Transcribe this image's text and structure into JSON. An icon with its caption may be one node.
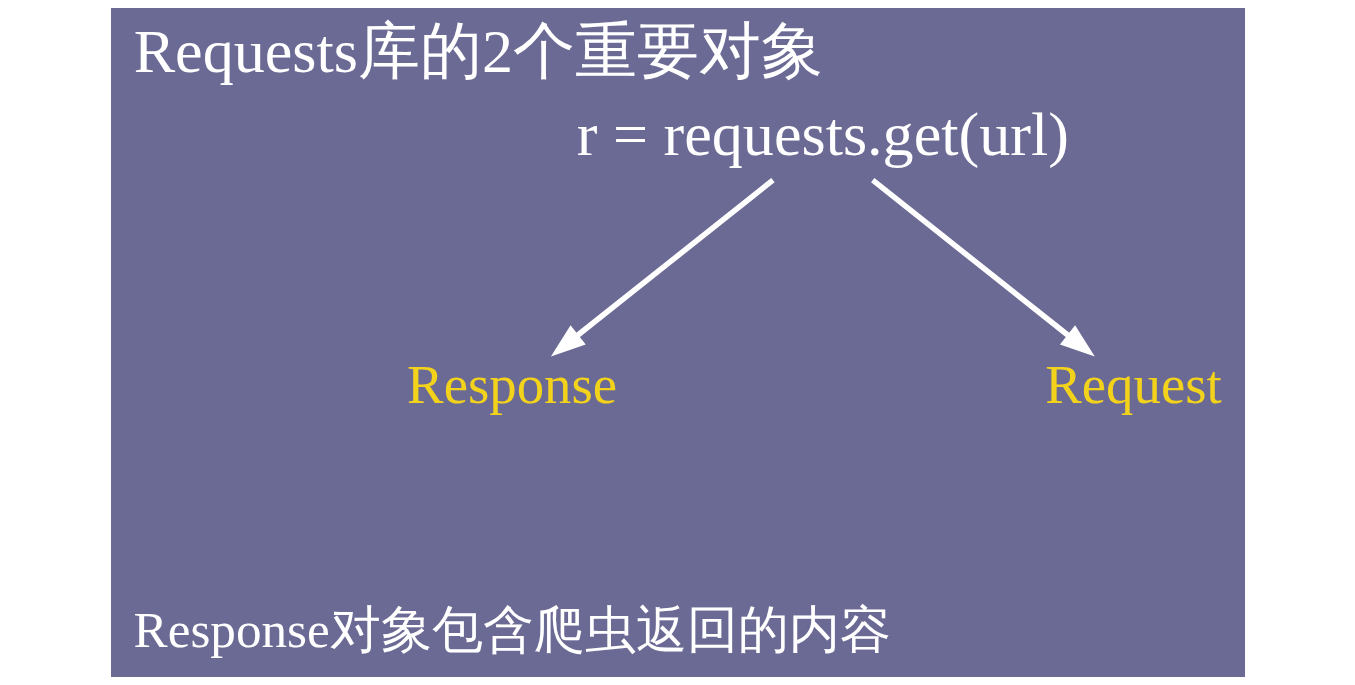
{
  "diagram": {
    "title": "Requests库的2个重要对象",
    "nodes": [
      {
        "text": [
          "r = requests.get(url)"
        ]
      },
      {
        "text": [
          "Response"
        ]
      },
      {
        "text": [
          "Request"
        ]
      }
    ],
    "edges": [
      {
        "from": 0,
        "to": 1,
        "arrow": "to"
      },
      {
        "from": 0,
        "to": 2,
        "arrow": "to"
      }
    ],
    "labels": [
      "Response对象包含爬虫返回的内容"
    ]
  }
}
